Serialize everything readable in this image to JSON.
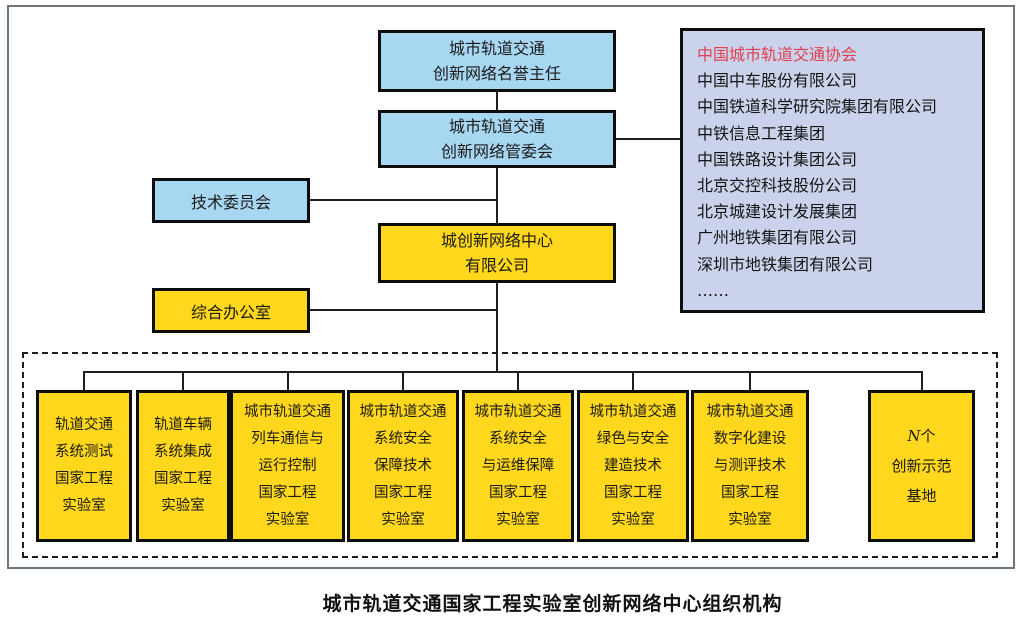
{
  "caption": "城市轨道交通国家工程实验室创新网络中心组织机构",
  "colors": {
    "box_blue": "#a8d7f2",
    "box_yellow": "#ffd71c",
    "panel_background": "#cad3eb",
    "association_red": "#e0404e",
    "border_black": "#0d0d0d",
    "frame_gray": "#6e7780"
  },
  "org": {
    "honorary_director": "城市轨道交通\n创新网络名誉主任",
    "management_committee": "城市轨道交通\n创新网络管委会",
    "technical_committee": "技术委员会",
    "network_center": "城创新网络中心\n有限公司",
    "general_office": "综合办公室"
  },
  "members": {
    "association": "中国城市轨道交通协会",
    "companies": [
      "中国中车股份有限公司",
      "中国铁道科学研究院集团有限公司",
      "中铁信息工程集团",
      "中国铁路设计集团公司",
      "北京交控科技股份公司",
      "北京城建设计发展集团",
      "广州地铁集团有限公司",
      "深圳市地铁集团有限公司",
      "……"
    ]
  },
  "labs": [
    {
      "text": "轨道交通\n系统测试\n国家工程\n实验室"
    },
    {
      "text": "轨道车辆\n系统集成\n国家工程\n实验室"
    },
    {
      "text": "城市轨道交通\n列车通信与\n运行控制\n国家工程\n实验室"
    },
    {
      "text": "城市轨道交通\n系统安全\n保障技术\n国家工程\n实验室"
    },
    {
      "text": "城市轨道交通\n系统安全\n与运维保障\n国家工程\n实验室"
    },
    {
      "text": "城市轨道交通\n绿色与安全\n建造技术\n国家工程\n实验室"
    },
    {
      "text": "城市轨道交通\n数字化建设\n与测评技术\n国家工程\n实验室"
    }
  ],
  "demo_base": {
    "n": "N",
    "n_suffix": "个",
    "line2": "创新示范",
    "line3": "基地"
  }
}
